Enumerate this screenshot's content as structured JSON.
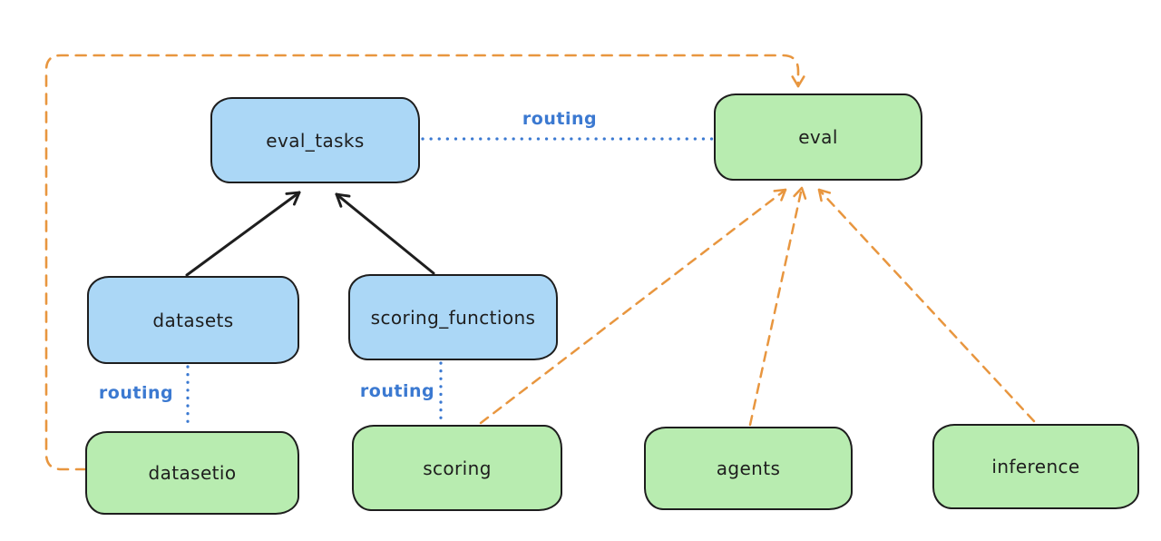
{
  "diagram": {
    "nodes": [
      {
        "id": "eval_tasks",
        "label": "eval_tasks",
        "kind": "resource",
        "fill": "#abd7f6"
      },
      {
        "id": "eval",
        "label": "eval",
        "kind": "api",
        "fill": "#b8ecb0"
      },
      {
        "id": "datasets",
        "label": "datasets",
        "kind": "resource",
        "fill": "#abd7f6"
      },
      {
        "id": "scoring_functions",
        "label": "scoring_functions",
        "kind": "resource",
        "fill": "#abd7f6"
      },
      {
        "id": "datasetio",
        "label": "datasetio",
        "kind": "api",
        "fill": "#b8ecb0"
      },
      {
        "id": "scoring",
        "label": "scoring",
        "kind": "api",
        "fill": "#b8ecb0"
      },
      {
        "id": "agents",
        "label": "agents",
        "kind": "api",
        "fill": "#b8ecb0"
      },
      {
        "id": "inference",
        "label": "inference",
        "kind": "api",
        "fill": "#b8ecb0"
      }
    ],
    "edges": [
      {
        "from": "datasets",
        "to": "eval_tasks",
        "style": "solid-arrow",
        "color": "#1e1e1e",
        "label": ""
      },
      {
        "from": "scoring_functions",
        "to": "eval_tasks",
        "style": "solid-arrow",
        "color": "#1e1e1e",
        "label": ""
      },
      {
        "from": "eval_tasks",
        "to": "eval",
        "style": "dotted",
        "color": "#3b79d1",
        "label": "routing"
      },
      {
        "from": "datasets",
        "to": "datasetio",
        "style": "dotted",
        "color": "#3b79d1",
        "label": "routing"
      },
      {
        "from": "scoring_functions",
        "to": "scoring",
        "style": "dotted",
        "color": "#3b79d1",
        "label": "routing"
      },
      {
        "from": "datasetio",
        "to": "eval",
        "style": "dashed-arrow",
        "color": "#e8963f",
        "label": ""
      },
      {
        "from": "scoring",
        "to": "eval",
        "style": "dashed-arrow",
        "color": "#e8963f",
        "label": ""
      },
      {
        "from": "agents",
        "to": "eval",
        "style": "dashed-arrow",
        "color": "#e8963f",
        "label": ""
      },
      {
        "from": "inference",
        "to": "eval",
        "style": "dashed-arrow",
        "color": "#e8963f",
        "label": ""
      }
    ],
    "colors": {
      "resource_fill": "#abd7f6",
      "api_fill": "#b8ecb0",
      "stroke": "#1e1e1e",
      "routing": "#3b79d1",
      "dependency": "#e8963f",
      "background": "#ffffff"
    }
  }
}
